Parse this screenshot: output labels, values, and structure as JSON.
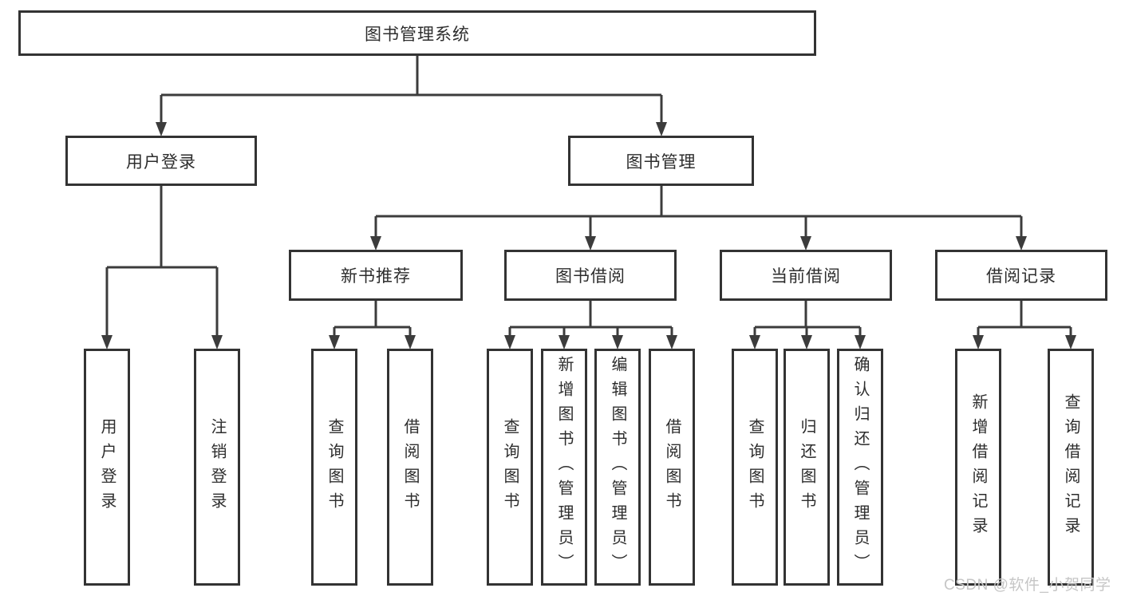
{
  "tree": {
    "root": "图书管理系统",
    "branches": [
      {
        "label": "用户登录",
        "children": [
          "用户登录",
          "注销登录"
        ]
      },
      {
        "label": "图书管理",
        "groups": [
          {
            "label": "新书推荐",
            "children": [
              "查询图书",
              "借阅图书"
            ]
          },
          {
            "label": "图书借阅",
            "children": [
              "查询图书",
              "新增图书（管理员）",
              "编辑图书（管理员）",
              "借阅图书"
            ]
          },
          {
            "label": "当前借阅",
            "children": [
              "查询图书",
              "归还图书",
              "确认归还（管理员）"
            ]
          },
          {
            "label": "借阅记录",
            "children": [
              "新增借阅记录",
              "查询借阅记录"
            ]
          }
        ]
      }
    ]
  },
  "watermark": {
    "text": "CSDN @软件_小贺同学"
  },
  "colors": {
    "line": "#3c3c3c",
    "box_border": "#333333",
    "text": "#2d2d2d",
    "background": "#ffffff",
    "watermark": "#c6c6c6"
  }
}
